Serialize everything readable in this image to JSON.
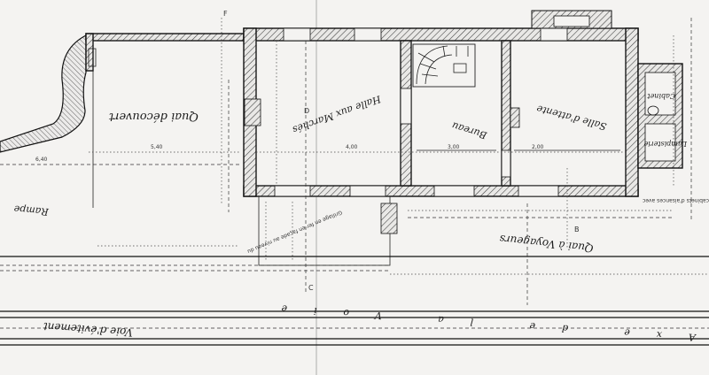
{
  "labels": {
    "quai_decouvert": "Quai découvert",
    "halle": "Halle aux Marchés",
    "bureau": "Bureau",
    "salle": "Salle d'attente",
    "cabinet": "Cabinet",
    "lampisterie": "Lampisterie",
    "rampe": "Rampe",
    "quai_voyageurs": "Quai à Voyageurs",
    "voie_evitement": "Voie d'évitement",
    "axe_voie": "Axe de la Voie",
    "marker_f": "F",
    "marker_c": "C",
    "marker_b": "B",
    "marker_d": "D",
    "grillage": "Grillage en fer en façade au niveau du",
    "note_right": "cabinets d'aisances avec",
    "dim_1": "6,40",
    "dim_2": "5,40",
    "dim_3": "3,00",
    "dim_4": "2,00",
    "dim_5": "4,00"
  },
  "colors": {
    "paper": "#f4f3f1",
    "ink": "#111111"
  }
}
